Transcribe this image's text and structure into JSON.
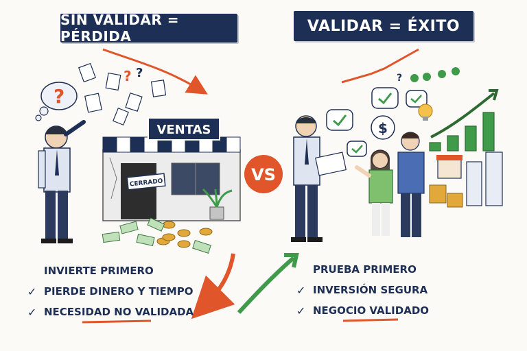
{
  "left_panel": {
    "banner": "SIN VALIDAR = PÉRDIDA",
    "shop_sign": "VENTAS",
    "closed_sign": "CERRADO",
    "list": {
      "heading": "INVIERTE PRIMERO",
      "items": [
        "PIERDE DINERO Y TIEMPO",
        "NECESIDAD NO VALIDADA"
      ]
    }
  },
  "center": {
    "vs_label": "VS"
  },
  "right_panel": {
    "banner": "VALIDAR = ÉXITO",
    "list": {
      "heading": "PRUEBA PRIMERO",
      "items": [
        "INVERSIÓN SEGURA",
        "NEGOCIO VALIDADO"
      ]
    }
  },
  "colors": {
    "navy": "#1e2f55",
    "orange": "#e0552a",
    "green": "#3f9a4a",
    "gold": "#e2a93a"
  },
  "icons": [
    "question-mark-icon",
    "flying-paper-icon",
    "coin-icon",
    "money-bill-icon",
    "check-bubble-icon",
    "dollar-bubble-icon",
    "lightbulb-icon",
    "bar-chart-icon",
    "trend-arrow-icon"
  ]
}
